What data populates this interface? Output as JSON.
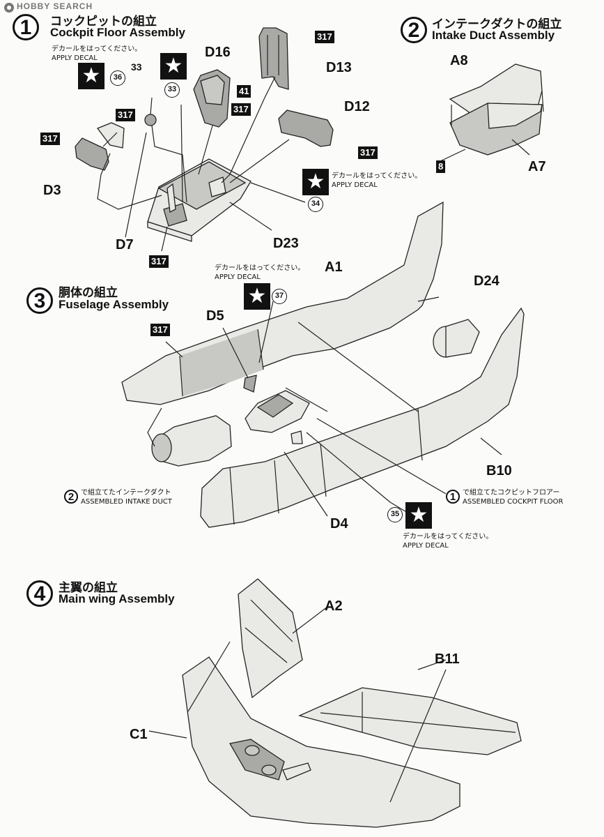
{
  "watermark": "HOBBY SEARCH",
  "steps": [
    {
      "num": "1",
      "jp": "コックピットの組立",
      "en": "Cockpit Floor Assembly"
    },
    {
      "num": "2",
      "jp": "インテークダクトの組立",
      "en": "Intake Duct Assembly"
    },
    {
      "num": "3",
      "jp": "胴体の組立",
      "en": "Fuselage Assembly"
    },
    {
      "num": "4",
      "jp": "主翼の組立",
      "en": "Main wing Assembly"
    }
  ],
  "decal_note": {
    "jp": "デカールをはってください。",
    "en": "APPLY DECAL"
  },
  "decals": [
    "36",
    "33",
    "34",
    "37",
    "35"
  ],
  "paints": [
    "317",
    "41",
    "8"
  ],
  "parts": [
    "D16",
    "D13",
    "D12",
    "D3",
    "D7",
    "D23",
    "A8",
    "A7",
    "A1",
    "D24",
    "D5",
    "B10",
    "D4",
    "A2",
    "B11",
    "C1"
  ],
  "subassemblies": {
    "intake": {
      "num": "2",
      "jp": "で組立てたインテークダクト",
      "en": "ASSEMBLED INTAKE DUCT"
    },
    "cockpit": {
      "num": "1",
      "jp": "で組立てたコクピットフロアー",
      "en": "ASSEMBLED COCKPIT FLOOR"
    }
  },
  "icons": {
    "decal": "star-decal-icon"
  }
}
